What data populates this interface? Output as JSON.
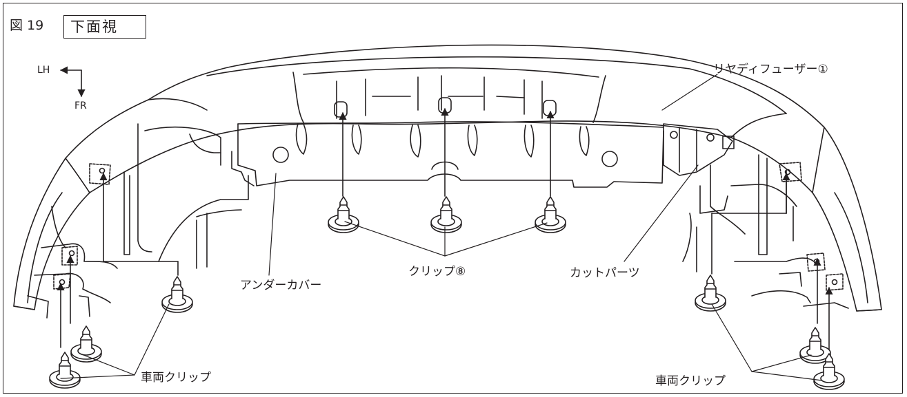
{
  "figure": {
    "number": "図 19",
    "view_title": "下面視"
  },
  "orientation": {
    "left": "LH",
    "front": "FR"
  },
  "labels": {
    "rear_diffuser": "リヤディフューザー①",
    "under_cover": "アンダーカバー",
    "clip": "クリップ⑧",
    "cut_parts": "カットパーツ",
    "vehicle_clip_left": "車両クリップ",
    "vehicle_clip_right": "車両クリップ"
  },
  "colors": {
    "line": "#231f20",
    "background": "#ffffff"
  }
}
